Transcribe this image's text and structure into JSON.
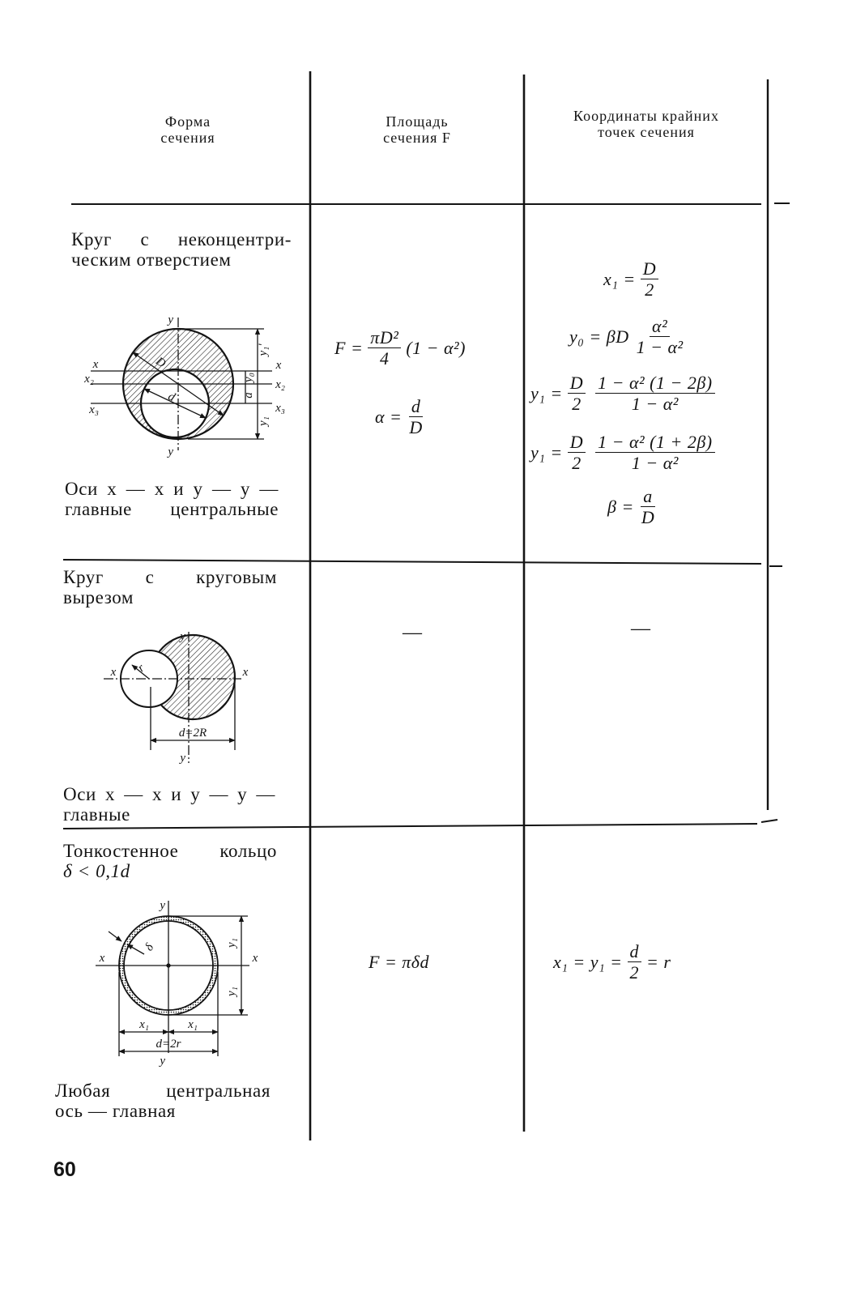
{
  "page_number": "60",
  "header": {
    "col1": [
      "Форма",
      "сечения"
    ],
    "col2": [
      "Площадь",
      "сечения F"
    ],
    "col3": [
      "Координаты крайних",
      "точек сечения"
    ]
  },
  "rows": [
    {
      "title": [
        "Круг с неконцентри-",
        "ческим отверстием"
      ],
      "note": [
        "Оси x — x и y — y —",
        "главные центральные"
      ],
      "diagram": {
        "y_top": "y",
        "y_bottom": "y",
        "x_left": "x",
        "x2_left": "x₂",
        "x3_left": "x₃",
        "x_right": "x",
        "x2_right": "x₂",
        "x3_right": "x₃",
        "D": "D",
        "d": "d",
        "y1_prime": "y₁'",
        "y0": "y₀",
        "a": "a",
        "y1": "y₁"
      },
      "area": {
        "f_lhs": "F =",
        "f_num": "πD²",
        "f_den": "4",
        "f_tail": "(1 − α²)",
        "alpha_lhs": "α =",
        "alpha_num": "d",
        "alpha_den": "D"
      },
      "coords": {
        "x1": {
          "lhs": "x₁ =",
          "num": "D",
          "den": "2"
        },
        "y0": {
          "lhs": "y₀ = βD",
          "num": "α²",
          "den": "1 − α²"
        },
        "y1a": {
          "lhs": "y₁ =",
          "num1": "D",
          "den1": "2",
          "num2": "1 − α² (1 − 2β)",
          "den2": "1 − α²"
        },
        "y1b": {
          "lhs": "y₁ =",
          "num1": "D",
          "den1": "2",
          "num2": "1 − α² (1 + 2β)",
          "den2": "1 − α²"
        },
        "beta": {
          "lhs": "β =",
          "num": "a",
          "den": "D"
        }
      }
    },
    {
      "title": [
        "Круг с круговым",
        "вырезом"
      ],
      "note": [
        "Оси x — x и y — y —",
        "главные"
      ],
      "diagram": {
        "y_top": "y",
        "y_bottom": "y",
        "x_left": "x",
        "x_right": "x",
        "r": "r",
        "dim": "d=2R"
      },
      "area": "—",
      "coords": "—"
    },
    {
      "title": [
        "Тонкостенное кольцо",
        "δ < 0,1d"
      ],
      "note": [
        "Любая центральная",
        "ось — главная"
      ],
      "diagram": {
        "y_top": "y",
        "y_bottom": "y",
        "x_left": "x",
        "x_right": "x",
        "delta": "δ",
        "y1_top": "y₁",
        "y1_bottom": "y₁",
        "x1_left": "x₁",
        "x1_right": "x₁",
        "dim": "d=2r"
      },
      "area": "F = πδd",
      "coords": {
        "lhs": "x₁ = y₁ =",
        "num": "d",
        "den": "2",
        "tail": "= r"
      }
    }
  ]
}
